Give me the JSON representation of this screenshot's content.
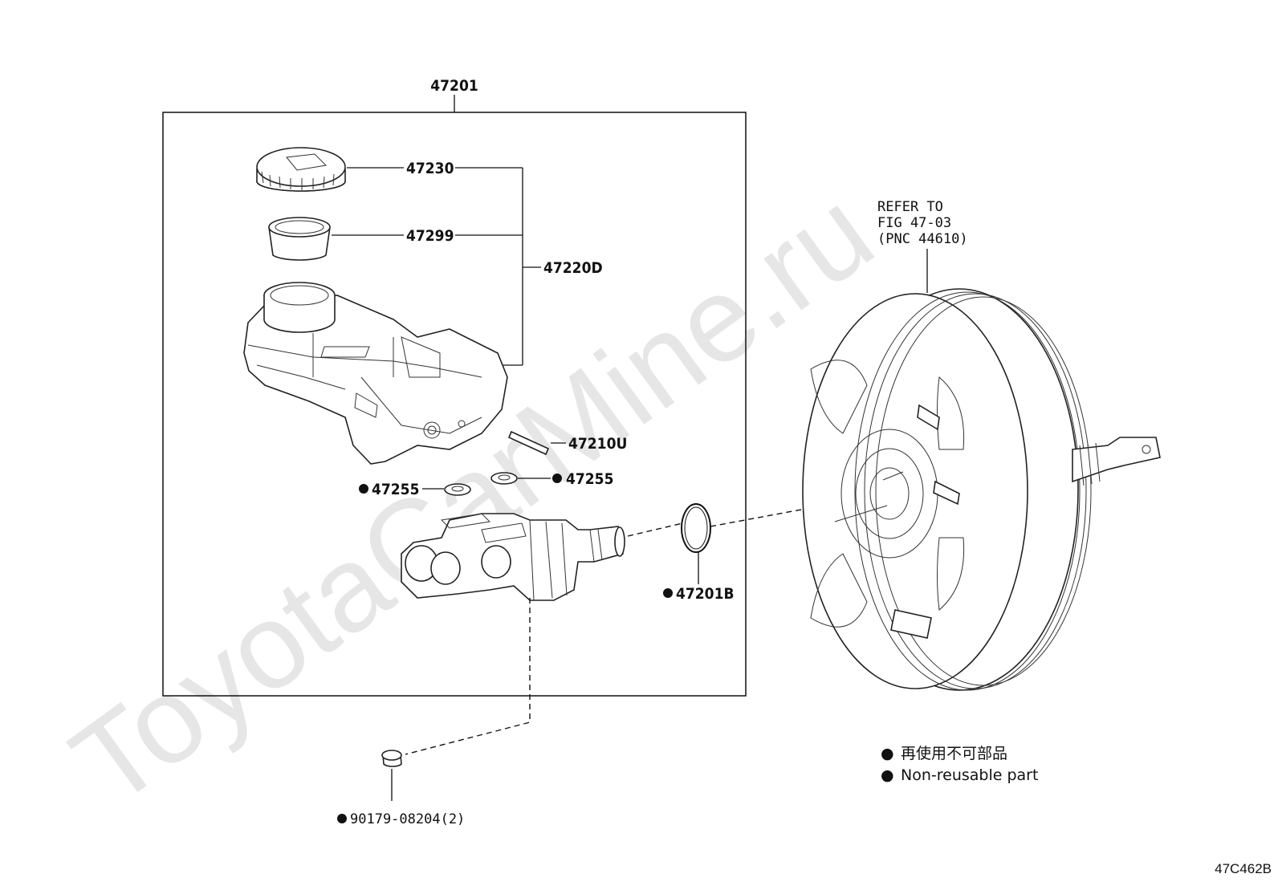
{
  "watermark": "ToyotaCarMine.ru",
  "figure_id": "47C462B",
  "assembly_label": "47201",
  "callouts": {
    "reservoir_cap": "47230",
    "strainer": "47299",
    "reservoir_sub_assy": "47220D",
    "pin": "47210U",
    "grommet_left": "47255",
    "grommet_right": "47255",
    "o_ring": "47201B",
    "plug": "90179-08204(2)"
  },
  "refer_note": {
    "line1": "REFER TO",
    "line2": "FIG 47-03",
    "line3": "(PNC 44610)"
  },
  "legend": {
    "marker_symbol": "●",
    "japanese": "再使用不可部品",
    "english": "Non-reusable part"
  },
  "colors": {
    "line": "#111111",
    "watermark": "#e6e6e6"
  }
}
